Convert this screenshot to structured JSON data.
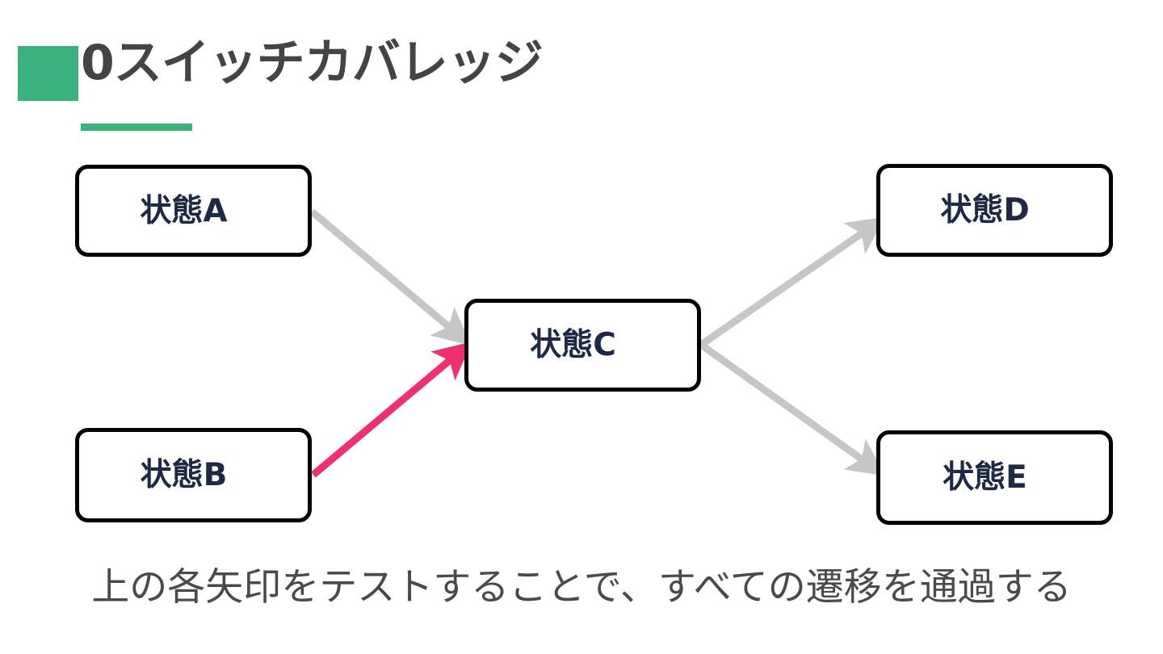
{
  "header": {
    "title": "0スイッチカバレッジ",
    "marker_color": "#38b27c",
    "underline_color": "#38b27c",
    "title_color": "#444444"
  },
  "diagram": {
    "type": "state-transition",
    "node_border_color": "#000000",
    "node_text_color": "#1e2a44",
    "nodes": [
      {
        "id": "A",
        "label": "状態A"
      },
      {
        "id": "B",
        "label": "状態B"
      },
      {
        "id": "C",
        "label": "状態C"
      },
      {
        "id": "D",
        "label": "状態D"
      },
      {
        "id": "E",
        "label": "状態E"
      }
    ],
    "edges": [
      {
        "from": "A",
        "to": "C",
        "color": "#c6c6c6",
        "highlighted": false
      },
      {
        "from": "B",
        "to": "C",
        "color": "#f0306e",
        "highlighted": true
      },
      {
        "from": "C",
        "to": "D",
        "color": "#c6c6c6",
        "highlighted": false
      },
      {
        "from": "C",
        "to": "E",
        "color": "#c6c6c6",
        "highlighted": false
      }
    ]
  },
  "caption": {
    "text": "上の各矢印をテストすることで、すべての遷移を通過する",
    "color": "#4a4a4a"
  }
}
